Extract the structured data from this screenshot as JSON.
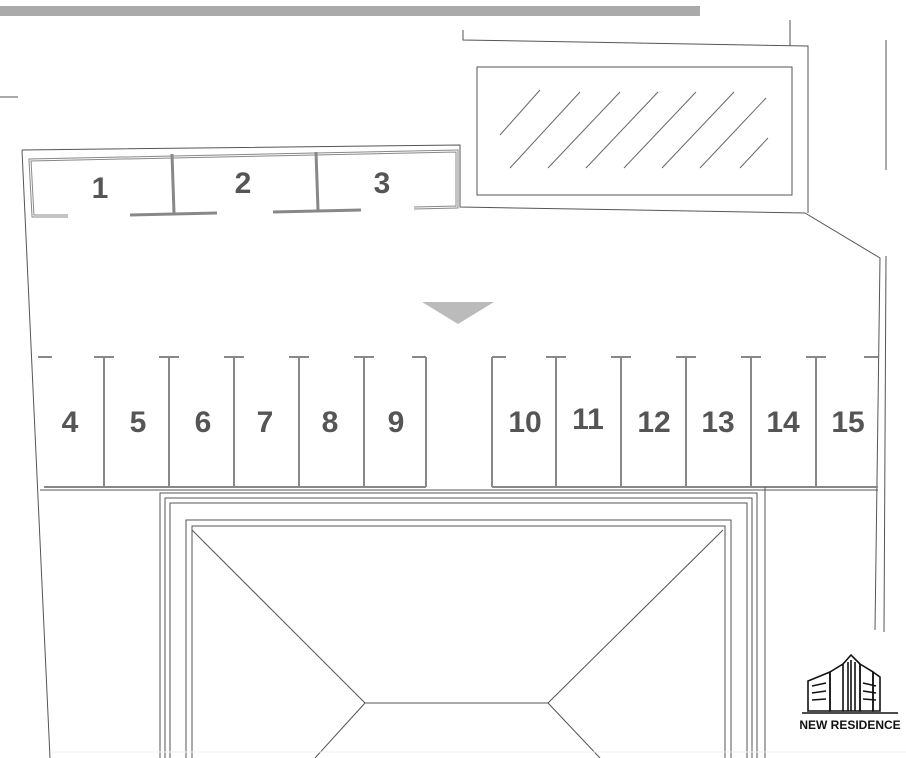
{
  "plan": {
    "title": "Parking layout",
    "top_row_spaces": [
      "1",
      "2",
      "3"
    ],
    "bottom_left_spaces": [
      "4",
      "5",
      "6",
      "7",
      "8",
      "9"
    ],
    "bottom_right_spaces": [
      "10",
      "11",
      "12",
      "13",
      "14",
      "15"
    ],
    "colors": {
      "line": "#555555",
      "stall": "#888888",
      "label": "#555555",
      "arrow": "#bbbbbb",
      "bar": "#aaaaaa"
    }
  },
  "logo": {
    "text": "NEW RESIDENCE",
    "icon": "building-icon"
  }
}
